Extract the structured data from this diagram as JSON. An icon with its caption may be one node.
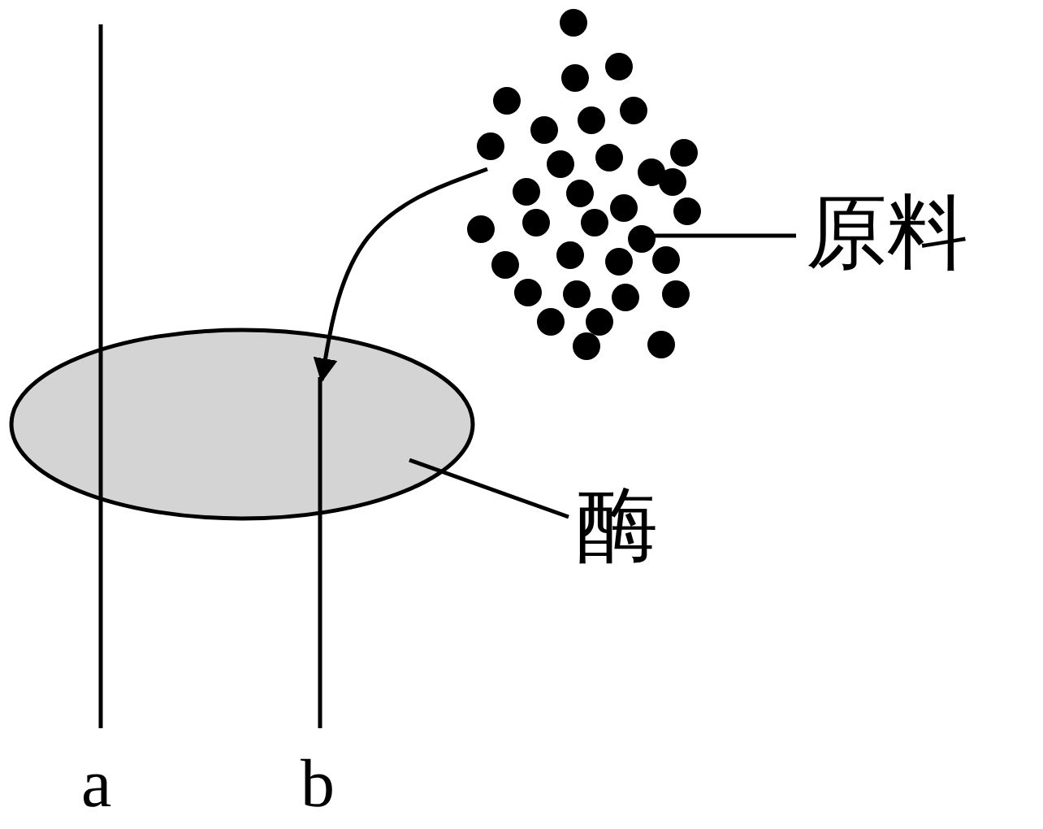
{
  "diagram": {
    "nodes": [
      {
        "text": [
          "原料"
        ]
      },
      {
        "text": [],
        "shape": "picture"
      },
      {
        "text": [
          "酶"
        ]
      },
      {
        "text": [],
        "shape": "ellipse"
      }
    ],
    "edges": [
      {
        "from": 0,
        "to": 1,
        "arrow": "none"
      },
      {
        "from": 2,
        "to": 3,
        "arrow": "none"
      },
      {
        "from": 1,
        "to": 3,
        "arrow": "to"
      }
    ],
    "labels": [
      "a",
      "b"
    ]
  }
}
